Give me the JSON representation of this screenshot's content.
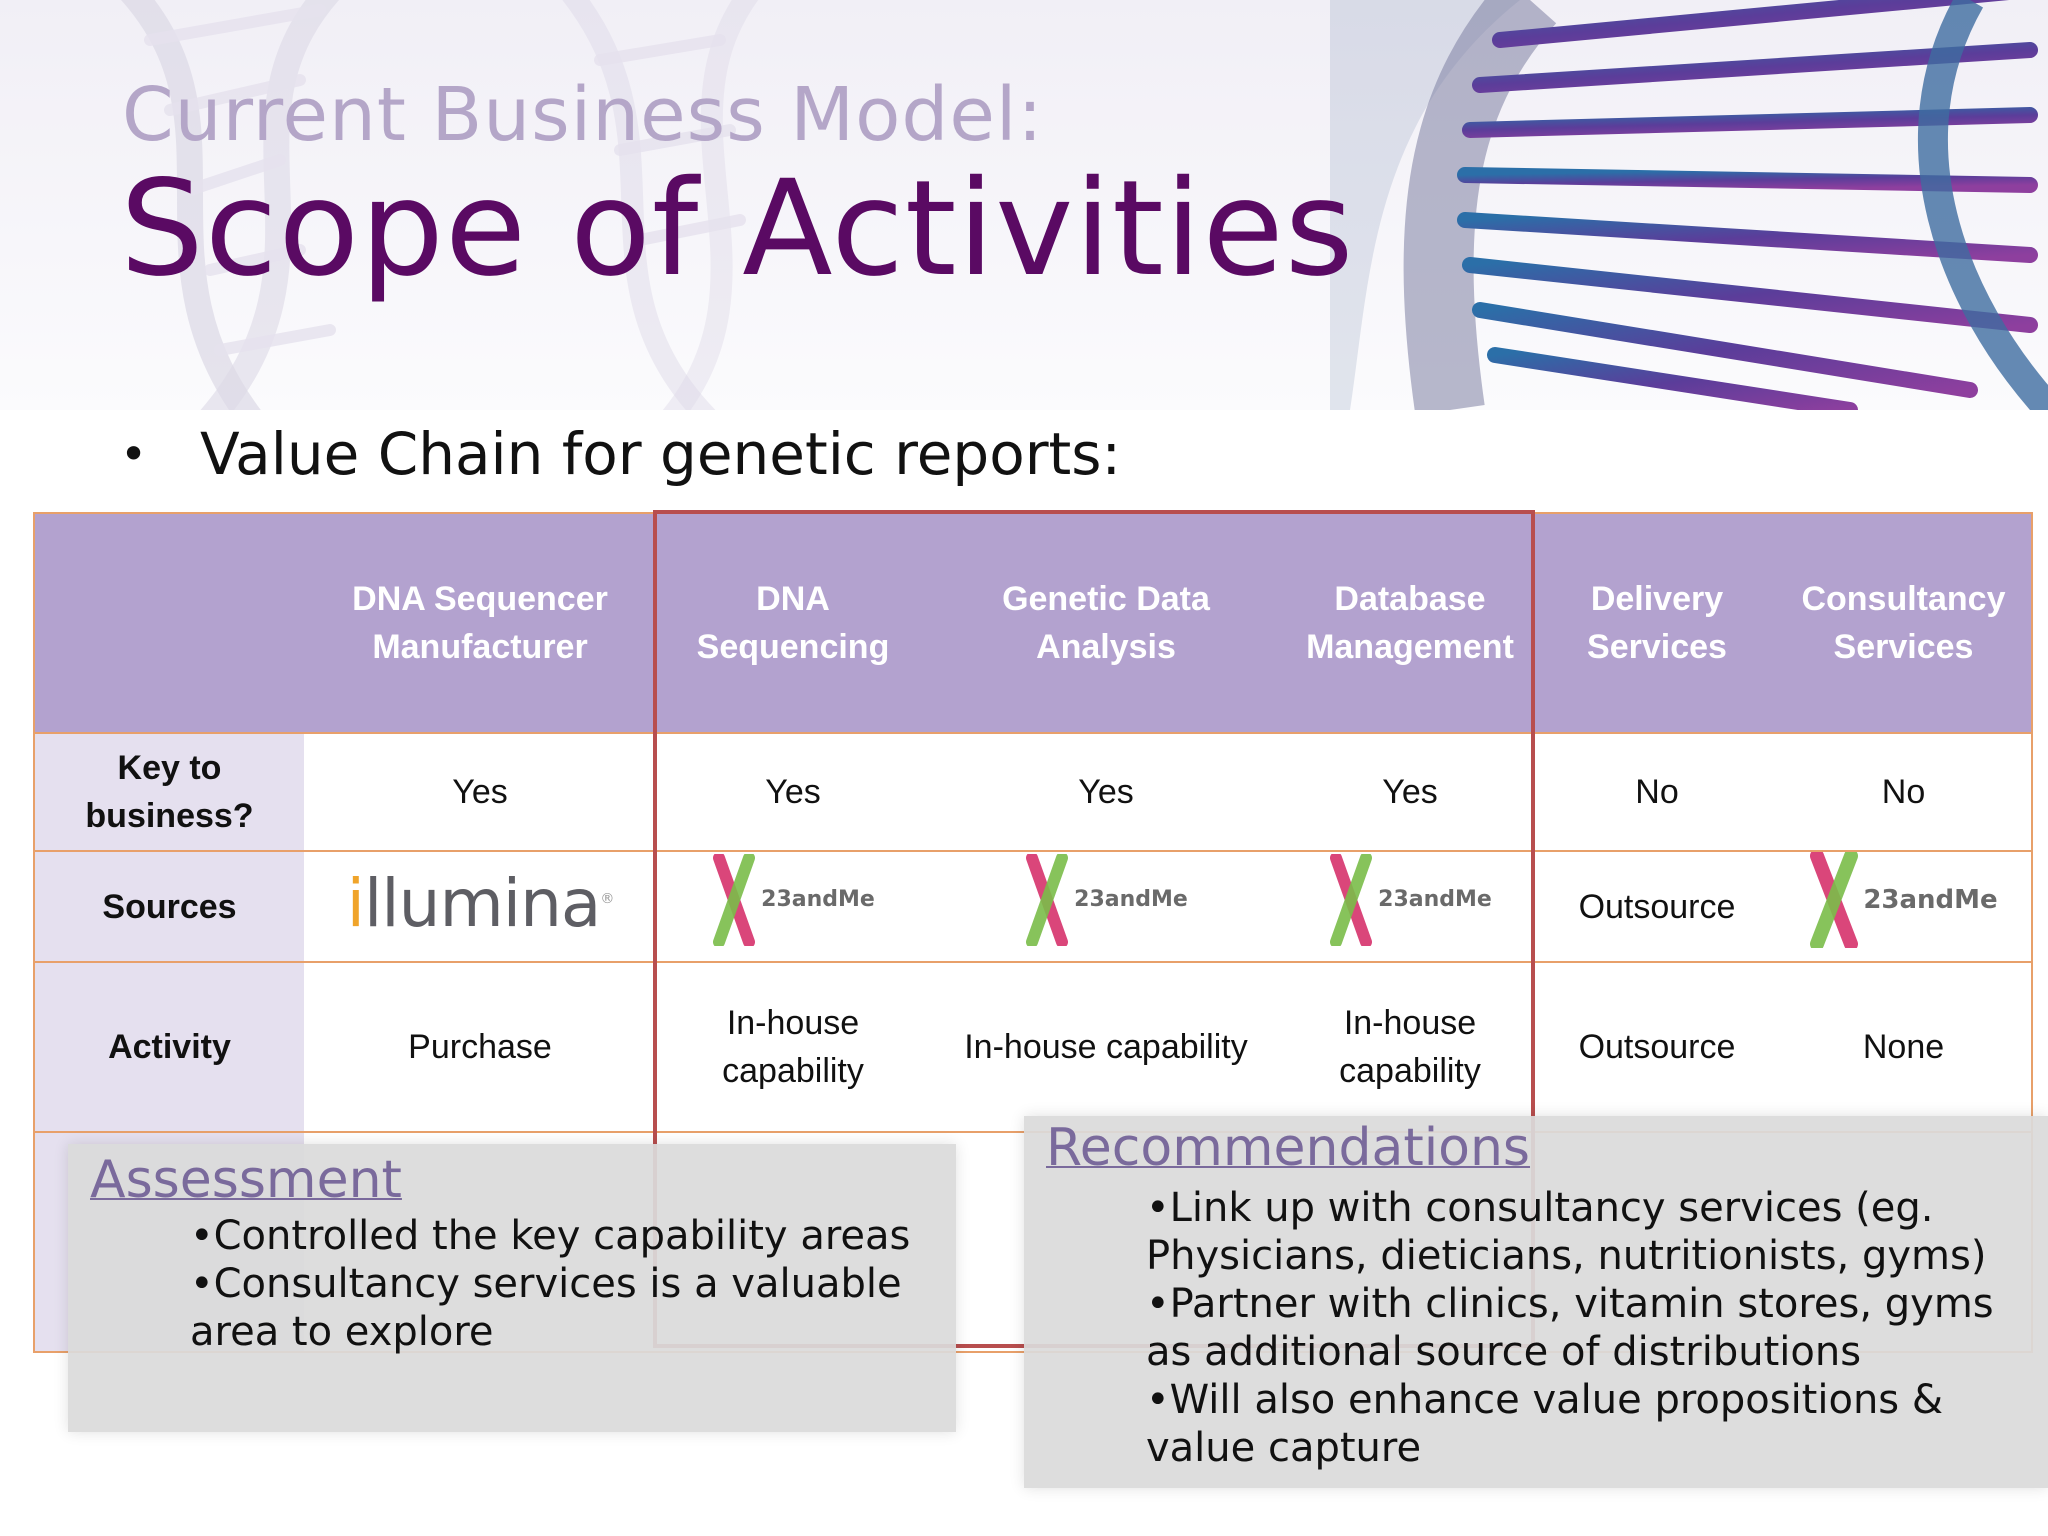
{
  "header": {
    "pre_title": "Current Business Model:",
    "title": "Scope of Activities"
  },
  "bullet": {
    "text": "Value Chain for genetic reports:"
  },
  "table": {
    "columns": [
      "",
      "DNA Sequencer Manufacturer",
      "DNA Sequencing",
      "Genetic Data Analysis",
      "Database Management",
      "Delivery Services",
      "Consultancy Services"
    ],
    "rows": {
      "key": {
        "label": "Key to business?",
        "cells": [
          "Yes",
          "Yes",
          "Yes",
          "Yes",
          "No",
          "No"
        ]
      },
      "sources": {
        "label": "Sources",
        "illumina": "illumina",
        "logo_text": "23andMe",
        "outsource": "Outsource"
      },
      "activity": {
        "label": "Activity",
        "cells": [
          "Purchase",
          "In-house capability",
          "In-house capability",
          "In-house capability",
          "Outsource",
          "None"
        ]
      }
    }
  },
  "assessment": {
    "title": "Assessment",
    "items": [
      "•Controlled the key capability areas",
      "•Consultancy services is a valuable area to explore"
    ]
  },
  "recommendations": {
    "title": "Recommendations",
    "items": [
      "•Link up with consultancy services (eg. Physicians, dieticians, nutritionists, gyms)",
      "•Partner with clinics, vitamin stores, gyms as additional source of distributions",
      "•Will also enhance value propositions & value capture"
    ]
  },
  "colors": {
    "title_purple": "#5a0a63",
    "header_fill": "#b3a2cf",
    "row_header_fill": "#e5e0ef",
    "grid_orange": "#e8a06a",
    "highlight_red": "#b84e4e",
    "logo_23_pink": "#d6336c",
    "logo_23_green": "#7bbd4a"
  }
}
